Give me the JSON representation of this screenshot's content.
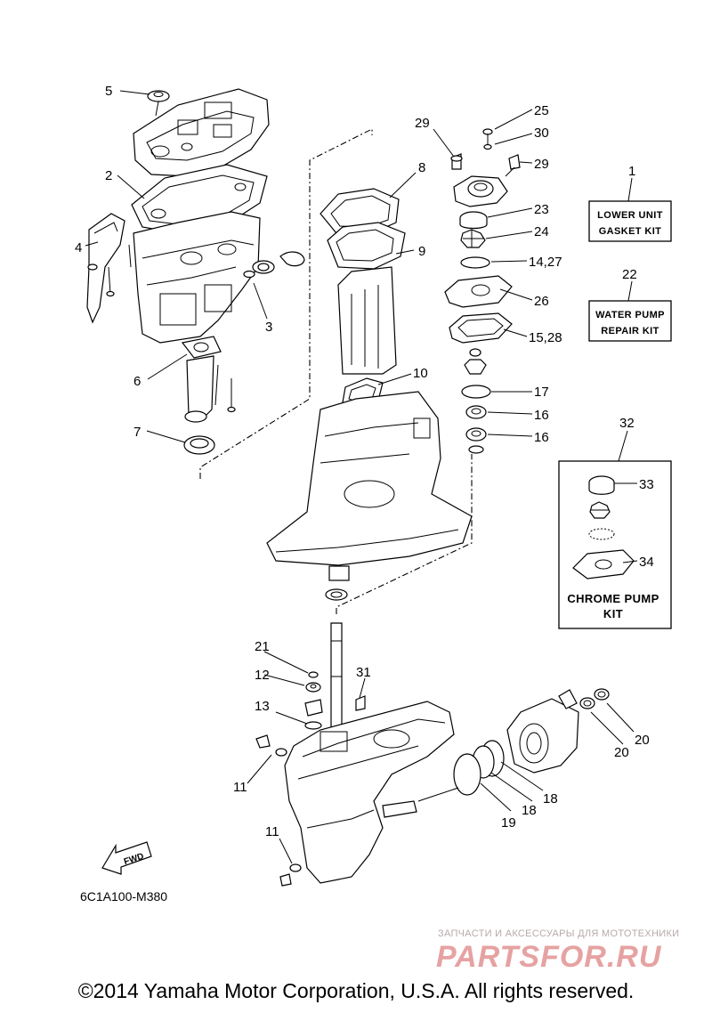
{
  "callouts": {
    "c1": "1",
    "c2": "2",
    "c3": "3",
    "c4": "4",
    "c5": "5",
    "c6": "6",
    "c7": "7",
    "c8": "8",
    "c9": "9",
    "c10": "10",
    "c11a": "11",
    "c11b": "11",
    "c12": "12",
    "c13": "13",
    "c14_27": "14,27",
    "c15_28": "15,28",
    "c16a": "16",
    "c16b": "16",
    "c17": "17",
    "c18a": "18",
    "c18b": "18",
    "c19": "19",
    "c20a": "20",
    "c20b": "20",
    "c21": "21",
    "c22": "22",
    "c23": "23",
    "c24": "24",
    "c25": "25",
    "c26": "26",
    "c29a": "29",
    "c29b": "29",
    "c30": "30",
    "c31": "31",
    "c32": "32",
    "c33": "33",
    "c34": "34"
  },
  "kits": {
    "lower_unit_gasket_line1": "LOWER UNIT",
    "lower_unit_gasket_line2": "GASKET KIT",
    "water_pump_line1": "WATER PUMP",
    "water_pump_line2": "REPAIR KIT",
    "chrome_pump_line1": "CHROME PUMP",
    "chrome_pump_line2": "KIT"
  },
  "fwd_label": "FWD",
  "diagram_code": "6C1A100-M380",
  "copyright": "©2014 Yamaha Motor Corporation, U.S.A. All rights reserved.",
  "watermark": {
    "subtitle": "ЗАПЧАСТИ И АКСЕССУАРЫ ДЛЯ МОТОТЕХНИКИ",
    "brand": "PARTSFOR.RU",
    "color": "#e6a2a2"
  }
}
